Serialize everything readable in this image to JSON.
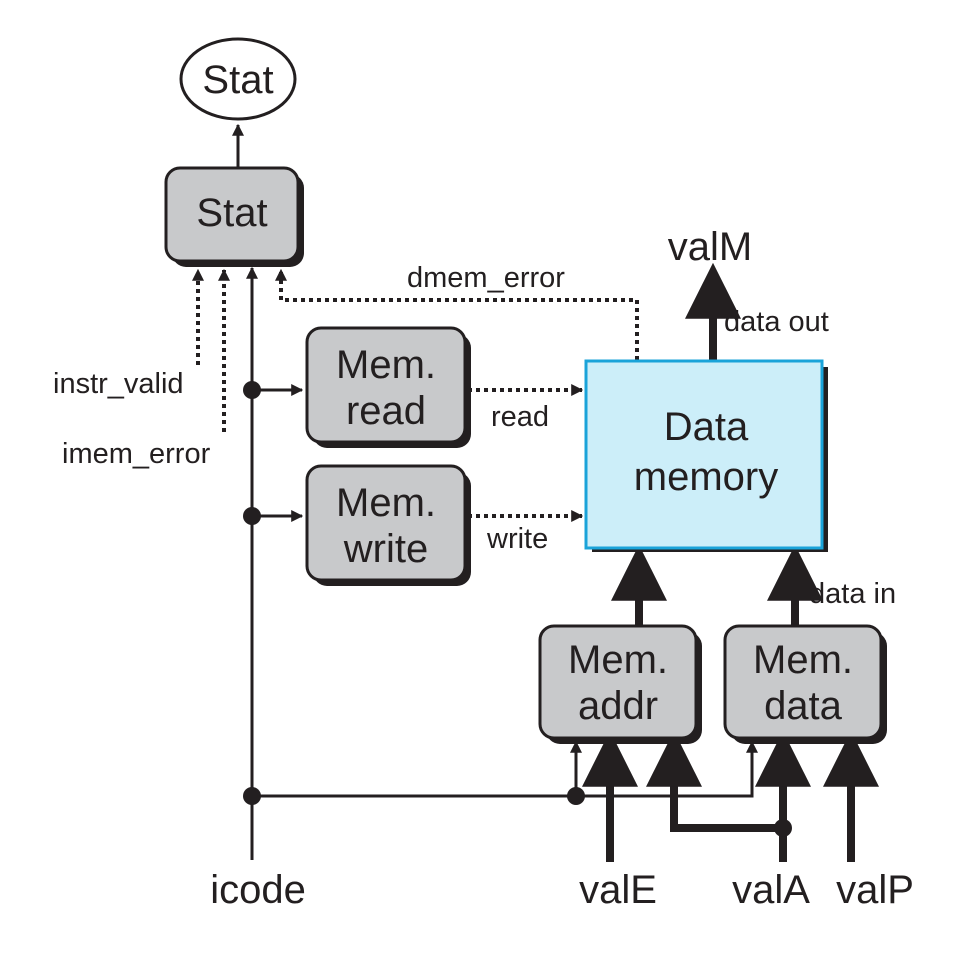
{
  "blocks": {
    "stat_output": {
      "label": "Stat"
    },
    "stat": {
      "label": "Stat"
    },
    "mem_read": {
      "line1": "Mem.",
      "line2": "read"
    },
    "mem_write": {
      "line1": "Mem.",
      "line2": "write"
    },
    "data_memory": {
      "line1": "Data",
      "line2": "memory"
    },
    "mem_addr": {
      "line1": "Mem.",
      "line2": "addr"
    },
    "mem_data": {
      "line1": "Mem.",
      "line2": "data"
    }
  },
  "signals": {
    "valM": "valM",
    "data_out": "data out",
    "dmem_error": "dmem_error",
    "instr_valid": "instr_valid",
    "imem_error": "imem_error",
    "read": "read",
    "write": "write",
    "data_in": "data in",
    "icode": "icode",
    "valE": "valE",
    "valA": "valA",
    "valP": "valP"
  },
  "colors": {
    "control_block": "#c8c9cb",
    "data_memory_fill": "#cceef9",
    "data_memory_border": "#1aa3d9",
    "line": "#231f20"
  }
}
